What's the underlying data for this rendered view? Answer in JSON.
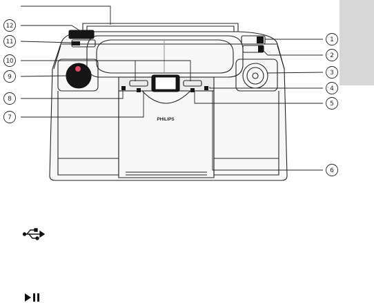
{
  "brand": "PHILIPS",
  "callouts": [
    {
      "n": "1",
      "label": "①"
    },
    {
      "n": "2",
      "label": "②"
    },
    {
      "n": "3",
      "label": "③"
    },
    {
      "n": "4",
      "label": "④"
    },
    {
      "n": "5",
      "label": "⑤"
    },
    {
      "n": "6",
      "label": "⑥"
    },
    {
      "n": "7",
      "label": "⑦"
    },
    {
      "n": "8",
      "label": "⑧"
    },
    {
      "n": "9",
      "label": "⑨"
    },
    {
      "n": "10",
      "label": "⑩"
    },
    {
      "n": "11",
      "label": "⑪"
    },
    {
      "n": "12",
      "label": "⑫"
    }
  ],
  "icons": {
    "usb": "usb-icon",
    "play_pause": "play-pause-icon"
  },
  "colors": {
    "line": "#222222",
    "tab": "#d7d7d7",
    "device_fill": "#f7f7f7",
    "dark": "#151515"
  }
}
